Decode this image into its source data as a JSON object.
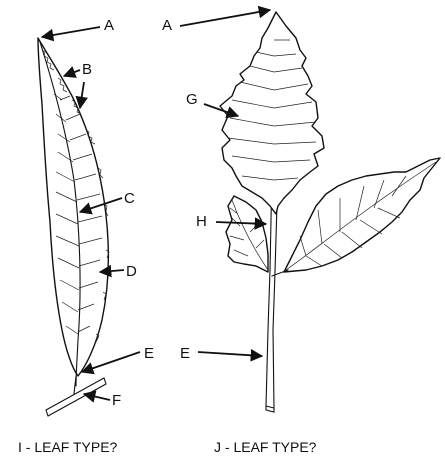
{
  "labels": {
    "a_left": "A",
    "a_right": "A",
    "b": "B",
    "c": "C",
    "d": "D",
    "e_left": "E",
    "f": "F",
    "g": "G",
    "h": "H",
    "e_right": "E"
  },
  "captions": {
    "left": "I - LEAF TYPE?",
    "right": "J - LEAF TYPE?"
  }
}
